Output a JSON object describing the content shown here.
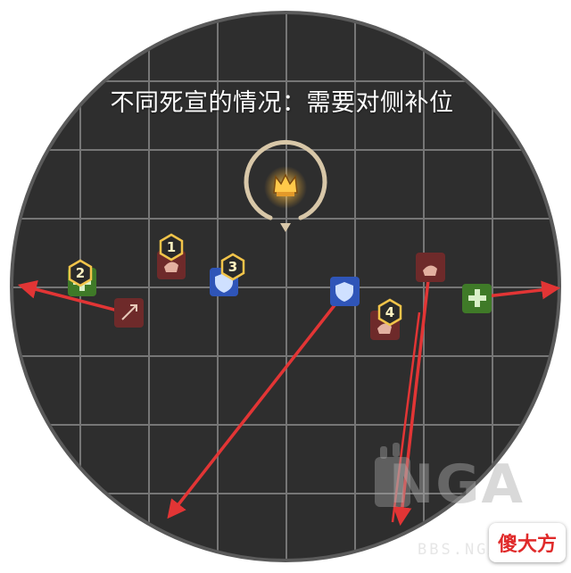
{
  "caption": "不同死宣的情况：需要对侧补位",
  "watermark": {
    "site_logo": "NGA",
    "url": "BBS.NGA.CN"
  },
  "corner_logo": "傻大方",
  "colors": {
    "arena_fill": "#303030",
    "grid_line": "#8a8a8a",
    "arrow": "#e23535",
    "tank_tile": "#2f55b8",
    "melee_tile": "#6e2a2a",
    "healer_tile": "#3f7a28",
    "marker_gold": "#f2c44a",
    "boss_ring": "#d8c7a8"
  },
  "boss": {
    "icon": "boss-crown-icon"
  },
  "players": [
    {
      "id": "melee-top-left",
      "role": "dps",
      "icon": "fist-icon",
      "marker": "1"
    },
    {
      "id": "healer-left",
      "role": "healer",
      "icon": "healer-cross-icon",
      "marker": "2"
    },
    {
      "id": "tank-left",
      "role": "tank",
      "icon": "shield-icon",
      "marker": "3"
    },
    {
      "id": "ranged-left",
      "role": "dps",
      "icon": "bow-icon",
      "marker": ""
    },
    {
      "id": "tank-center",
      "role": "tank",
      "icon": "shield-icon",
      "marker": ""
    },
    {
      "id": "melee-right",
      "role": "dps",
      "icon": "fist-icon",
      "marker": "4"
    },
    {
      "id": "melee-top-right",
      "role": "dps",
      "icon": "fist-icon",
      "marker": ""
    },
    {
      "id": "healer-right",
      "role": "healer",
      "icon": "healer-cross-icon",
      "marker": ""
    }
  ]
}
